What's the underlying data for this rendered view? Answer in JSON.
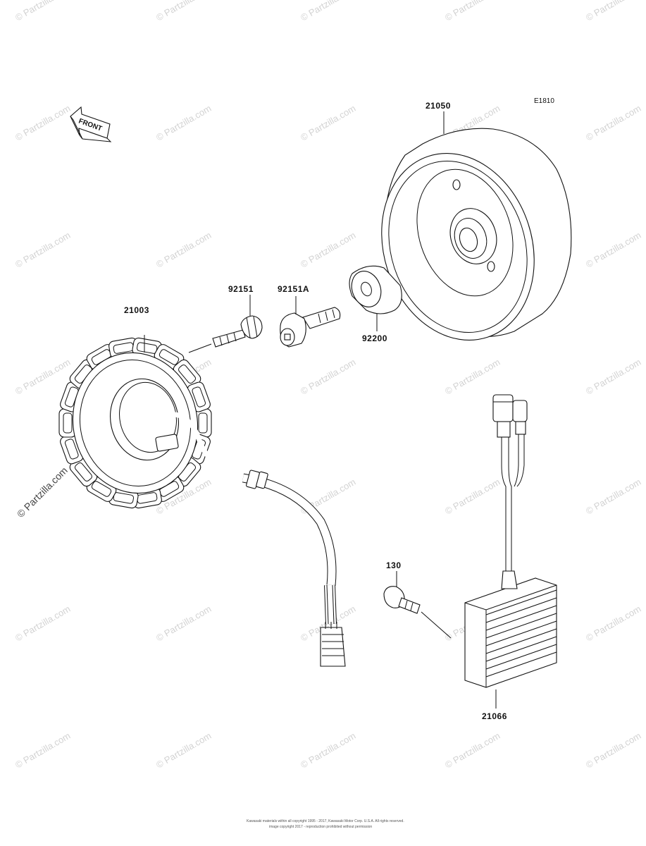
{
  "diagram": {
    "code": "E1810",
    "front_label": "FRONT",
    "parts": [
      {
        "id": "21050",
        "label": "21050"
      },
      {
        "id": "92151",
        "label": "92151"
      },
      {
        "id": "92151A",
        "label": "92151A"
      },
      {
        "id": "21003",
        "label": "21003"
      },
      {
        "id": "92200",
        "label": "92200"
      },
      {
        "id": "130",
        "label": "130"
      },
      {
        "id": "21066",
        "label": "21066"
      }
    ],
    "watermark": "© Partzilla.com",
    "copyright_line1": "Kawasaki materials within all copyright 1995 - 2017, Kawasaki Motor Corp. U.S.A. All rights reserved.",
    "copyright_line2": "image copyright 2017 - reproduction prohibited without permission"
  }
}
